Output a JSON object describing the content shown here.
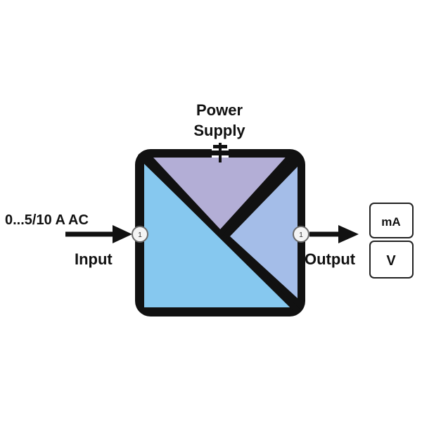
{
  "diagram": {
    "power_supply_line1": "Power",
    "power_supply_line2": "Supply",
    "input_signal": "0...5/10 A AC",
    "input_label": "Input",
    "output_label": "Output",
    "input_terminal": "1",
    "output_terminal": "1",
    "output_options": [
      {
        "label": "mA"
      },
      {
        "label": "V"
      }
    ]
  },
  "colors": {
    "frame": "#111111",
    "input_region": "#86c8ef",
    "power_region": "#b3aed6",
    "output_region": "#a4bde8",
    "terminal_fill": "#f4f4f4",
    "terminal_stroke": "#6a6a6a"
  }
}
